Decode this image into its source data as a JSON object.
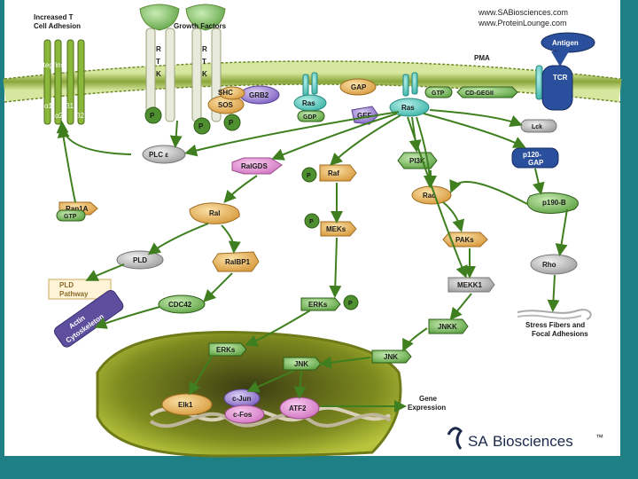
{
  "header": {
    "adhesion_label": [
      "Increased T",
      "Cell Adhesion"
    ],
    "growth_factors": "Growth Factors",
    "website_1": "www.SABiosciences.com",
    "website_2": "www.ProteinLounge.com"
  },
  "membrane": {
    "integrins": "Integrins",
    "integrin_subunits": [
      "α1",
      "β1",
      "α2",
      "β2"
    ],
    "rtk_letters": [
      "R",
      "T",
      "K"
    ],
    "pma": "PMA",
    "antigen": "Antigen",
    "tcr": "TCR",
    "phospho": "P"
  },
  "nodes": {
    "shc": "SHC",
    "grb2": "GRB2",
    "sos": "SOS",
    "ras_gdp": "Ras",
    "gdp": "GDP",
    "gap": "GAP",
    "gef": "GEF",
    "ras": "Ras",
    "gtp": "GTP",
    "cd_gegii": "CD-GEGII",
    "lck": "Lck",
    "plc_e": "PLC ε",
    "ralgds": "RalGDS",
    "raf": "Raf",
    "pi3k": "PI3K",
    "p120_gap": [
      "p120-",
      "GAP"
    ],
    "rap1a": "Rap1A",
    "rap1a_gtp": "GTP",
    "ral": "Ral",
    "meks": "MEKs",
    "rac": "Rac",
    "p190_b": "p190-B",
    "pld": "PLD",
    "ralbp1": "RalBP1",
    "paks": "PAKs",
    "rho": "Rho",
    "pld_pathway": [
      "PLD",
      "Pathway"
    ],
    "cdc42": "CDC42",
    "erks": "ERKs",
    "mekk1": "MEKK1",
    "actin": [
      "Actin",
      "Cytoskeleton"
    ],
    "jnkk": "JNKK",
    "stress_fibers": [
      "Stress Fibers and",
      "Focal Adhesions"
    ],
    "erks_nuc": "ERKs",
    "jnk_nuc": "JNK",
    "jnk": "JNK",
    "gene_expression": [
      "Gene",
      "Expression"
    ],
    "elk1": "Elk1",
    "c_jun": "c-Jun",
    "c_fos": "c-Fos",
    "atf2": "ATF2"
  },
  "logo": {
    "text_sa": "SA",
    "text_rest": "Biosciences",
    "tm": "™"
  },
  "colors": {
    "frame": "#1e7f85",
    "membrane": "#8aa63a",
    "arrow": "#3f7f1f",
    "protein_gray": "#b9b9b9",
    "protein_orange": "#e6b660",
    "protein_green": "#7fbe63",
    "protein_blue": "#2a4f9c",
    "protein_purple": "#8e72c8",
    "nucleus": "#8f9d24"
  }
}
